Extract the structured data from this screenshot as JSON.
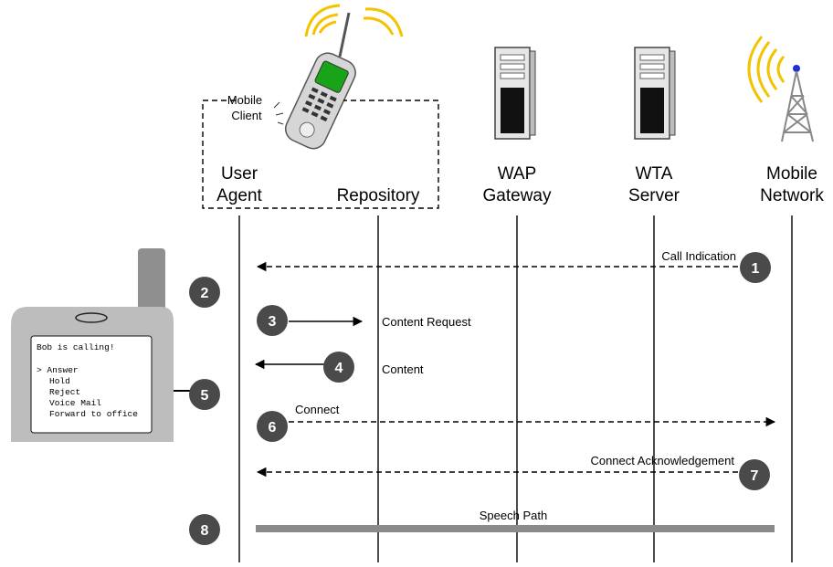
{
  "colors": {
    "line": "#000000",
    "badge": "#4a4a4a",
    "badge_text": "#ffffff",
    "speech_bar": "#8a8a8a",
    "phone_body": "#bdbdbd",
    "phone_screen": "#ffffff",
    "signal_wave": "#f3c300",
    "antenna_dot": "#1e2fd6",
    "server_body": "#e6e6e6",
    "handset_screen": "#19a319"
  },
  "client_group": {
    "label_line1": "Mobile",
    "label_line2": "Client"
  },
  "lanes": [
    {
      "id": "user-agent",
      "line1": "User",
      "line2": "Agent"
    },
    {
      "id": "repository",
      "line1": "",
      "line2": "Repository"
    },
    {
      "id": "wap-gateway",
      "line1": "WAP",
      "line2": "Gateway"
    },
    {
      "id": "wta-server",
      "line1": "WTA",
      "line2": "Server"
    },
    {
      "id": "mobile-network",
      "line1": "Mobile",
      "line2": "Network"
    }
  ],
  "icons": {
    "handset": "mobile-phone-icon",
    "gateway": "server-tower-icon",
    "wta": "server-tower-icon",
    "network": "radio-tower-icon",
    "device": "phone-device-icon"
  },
  "messages": [
    {
      "step": "1",
      "label": "Call Indication",
      "from": "mobile-network",
      "to": "user-agent",
      "style": "dashed"
    },
    {
      "step": "2",
      "label": "",
      "from": "user-agent",
      "to": "user-agent",
      "style": "none"
    },
    {
      "step": "3",
      "label": "Content Request",
      "from": "user-agent",
      "to": "repository",
      "style": "solid"
    },
    {
      "step": "4",
      "label": "Content",
      "from": "repository",
      "to": "user-agent",
      "style": "solid"
    },
    {
      "step": "5",
      "label": "",
      "from": "user-agent",
      "to": "device",
      "style": "solid"
    },
    {
      "step": "6",
      "label": "Connect",
      "from": "user-agent",
      "to": "mobile-network",
      "style": "dashed"
    },
    {
      "step": "7",
      "label": "Connect Acknowledgement",
      "from": "mobile-network",
      "to": "user-agent",
      "style": "dashed"
    },
    {
      "step": "8",
      "label": "Speech Path",
      "from": "user-agent",
      "to": "mobile-network",
      "style": "bar"
    }
  ],
  "device_screen": {
    "title": "Bob is calling!",
    "options": [
      "> Answer",
      "Hold",
      "Reject",
      "Voice Mail",
      "Forward to office"
    ]
  }
}
